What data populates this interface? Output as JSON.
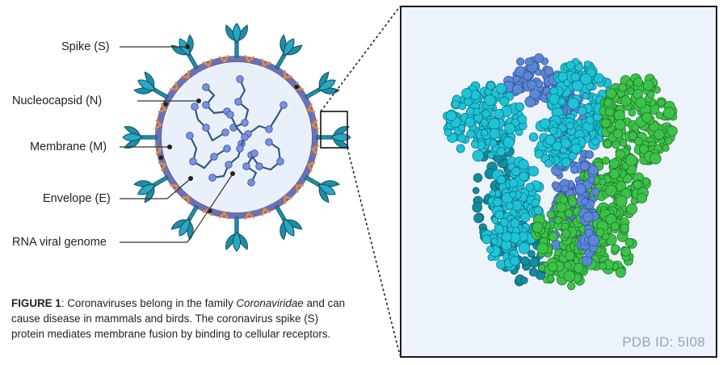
{
  "labels": {
    "spike": "Spike (S)",
    "nucleocapsid": "Nucleocapsid (N)",
    "membrane": "Membrane (M)",
    "envelope": "Envelope (E)",
    "rna": "RNA viral genome"
  },
  "caption": {
    "figure_label": "FIGURE 1",
    "text_before": ": Coronaviruses belong in the family ",
    "italic_family": "Coronaviridae",
    "text_after": " and can cause disease in mammals and birds. The coronavirus spike (S) protein mediates membrane fusion by binding to cellular receptors."
  },
  "pdb_id": "PDB ID: 5I08",
  "colors": {
    "spike_teal": "#1e8ea8",
    "membrane_purple": "#6c6fb5",
    "envelope_orange": "#e88a3a",
    "nucleocapsid_blue": "#7a90e0",
    "virion_fill": "#e9f0fa",
    "panel_bg": "#edf3fb",
    "protein_cyan": "#1ec3d6",
    "protein_green": "#3cc24a",
    "protein_blue": "#5c86d8",
    "protein_teal": "#128c9e"
  }
}
